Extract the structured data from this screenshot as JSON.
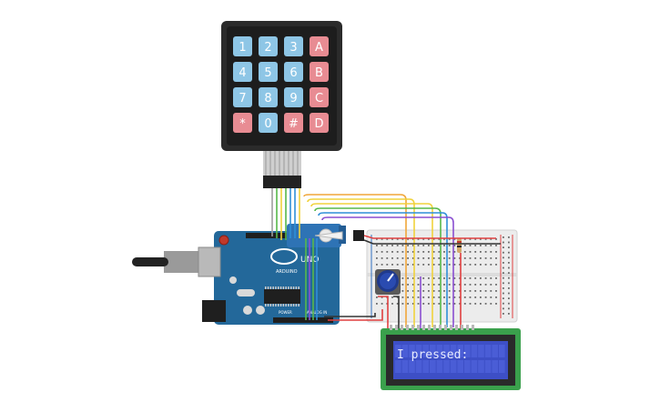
{
  "keypad": {
    "keys": [
      {
        "label": "1",
        "kind": "num"
      },
      {
        "label": "2",
        "kind": "num"
      },
      {
        "label": "3",
        "kind": "num"
      },
      {
        "label": "A",
        "kind": "letter"
      },
      {
        "label": "4",
        "kind": "num"
      },
      {
        "label": "5",
        "kind": "num"
      },
      {
        "label": "6",
        "kind": "num"
      },
      {
        "label": "B",
        "kind": "letter"
      },
      {
        "label": "7",
        "kind": "num"
      },
      {
        "label": "8",
        "kind": "num"
      },
      {
        "label": "9",
        "kind": "num"
      },
      {
        "label": "C",
        "kind": "letter"
      },
      {
        "label": "*",
        "kind": "letter"
      },
      {
        "label": "0",
        "kind": "num"
      },
      {
        "label": "#",
        "kind": "letter"
      },
      {
        "label": "D",
        "kind": "letter"
      }
    ]
  },
  "arduino": {
    "board_label": "UNO",
    "brand_label": "ARDUINO",
    "power_label": "POWER",
    "analog_label": "ANALOG IN"
  },
  "lcd": {
    "line1": "I pressed:",
    "line2": ""
  },
  "colors": {
    "num_key": "#8ec6e6",
    "letter_key": "#e88c93",
    "keypad_body": "#2b2b2b",
    "arduino_board": "#23689a",
    "breadboard": "#eeeeee",
    "lcd_screen": "#3d4fc6",
    "lcd_pcb": "#3aa04c",
    "servo": "#2e73b5"
  },
  "wire_colors": [
    "#f0a63a",
    "#f0d23c",
    "#56b84a",
    "#2f8fd8",
    "#8a4fd1",
    "#9e9e9e",
    "#e04040",
    "#333333"
  ]
}
